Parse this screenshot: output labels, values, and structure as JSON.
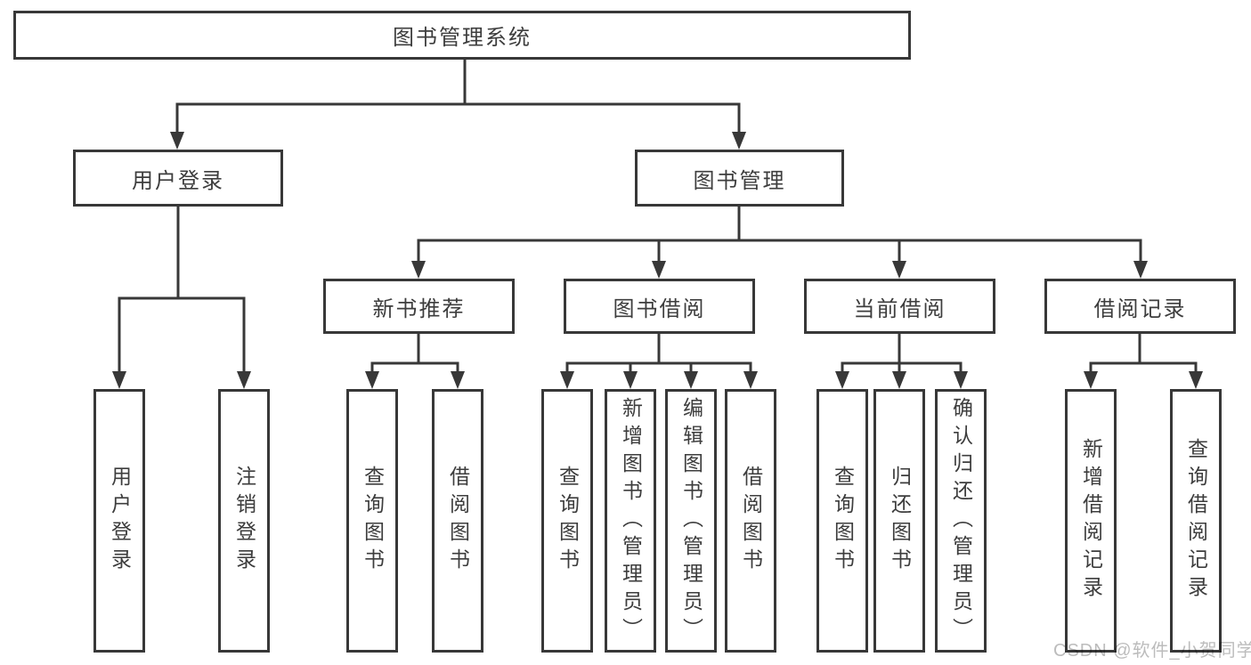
{
  "tree": {
    "root": "图书管理系统",
    "children": [
      {
        "label": "用户登录",
        "children": [
          "用户登录",
          "注销登录"
        ]
      },
      {
        "label": "图书管理",
        "children": [
          {
            "label": "新书推荐",
            "children": [
              "查询图书",
              "借阅图书"
            ]
          },
          {
            "label": "图书借阅",
            "children": [
              "查询图书",
              "新增图书（管理员）",
              "编辑图书（管理员）",
              "借阅图书"
            ]
          },
          {
            "label": "当前借阅",
            "children": [
              "查询图书",
              "归还图书",
              "确认归还（管理员）"
            ]
          },
          {
            "label": "借阅记录",
            "children": [
              "新增借阅记录",
              "查询借阅记录"
            ]
          }
        ]
      }
    ]
  },
  "watermark": {
    "text": "CSDN @软件_小贺同学"
  },
  "colors": {
    "line": "#383838",
    "text": "#3d3d3d",
    "watermark": "#bcbcbc",
    "background": "#ffffff"
  }
}
